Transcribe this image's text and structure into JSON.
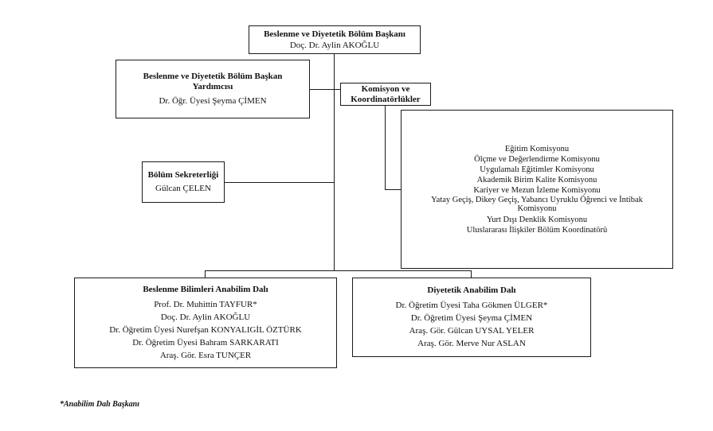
{
  "head": {
    "title": "Beslenme ve Diyetetik Bölüm Başkanı",
    "name": "Doç. Dr. Aylin AKOĞLU"
  },
  "deputy": {
    "title": "Beslenme ve Diyetetik Bölüm Başkan Yardımcısı",
    "name": "Dr. Öğr. Üyesi Şeyma ÇİMEN"
  },
  "commissions": {
    "title": "Komisyon ve Koordinatörlükler",
    "items": [
      "Eğitim Komisyonu",
      "Ölçme ve Değerlendirme Komisyonu",
      "Uygulamalı Eğitimler Komisyonu",
      "Akademik Birim Kalite Komisyonu",
      "Kariyer ve Mezun İzleme Komisyonu",
      "Yatay Geçiş, Dikey Geçiş, Yabancı Uyruklu Öğrenci ve İntibak Komisyonu",
      "Yurt Dışı Denklik Komisyonu",
      "Uluslararası İlişkiler Bölüm Koordinatörü"
    ]
  },
  "secretary": {
    "title": "Bölüm Sekreterliği",
    "name": "Gülcan ÇELEN"
  },
  "nutrition_dept": {
    "title": "Beslenme Bilimleri Anabilim Dalı",
    "members": [
      "Prof. Dr. Muhittin TAYFUR*",
      "Doç. Dr. Aylin AKOĞLU",
      "Dr. Öğretim Üyesi Nurefşan KONYALIGİL ÖZTÜRK",
      "Dr. Öğretim Üyesi Bahram SARKARATI",
      "Araş. Gör. Esra TUNÇER"
    ]
  },
  "dietetics_dept": {
    "title": "Diyetetik Anabilim Dalı",
    "members": [
      "Dr. Öğretim Üyesi Taha Gökmen ÜLGER*",
      "Dr. Öğretim Üyesi Şeyma ÇİMEN",
      "Araş. Gör. Gülcan UYSAL YELER",
      "Araş. Gör. Merve Nur ASLAN"
    ]
  },
  "footnote": "*Anabilim Dalı Başkanı"
}
